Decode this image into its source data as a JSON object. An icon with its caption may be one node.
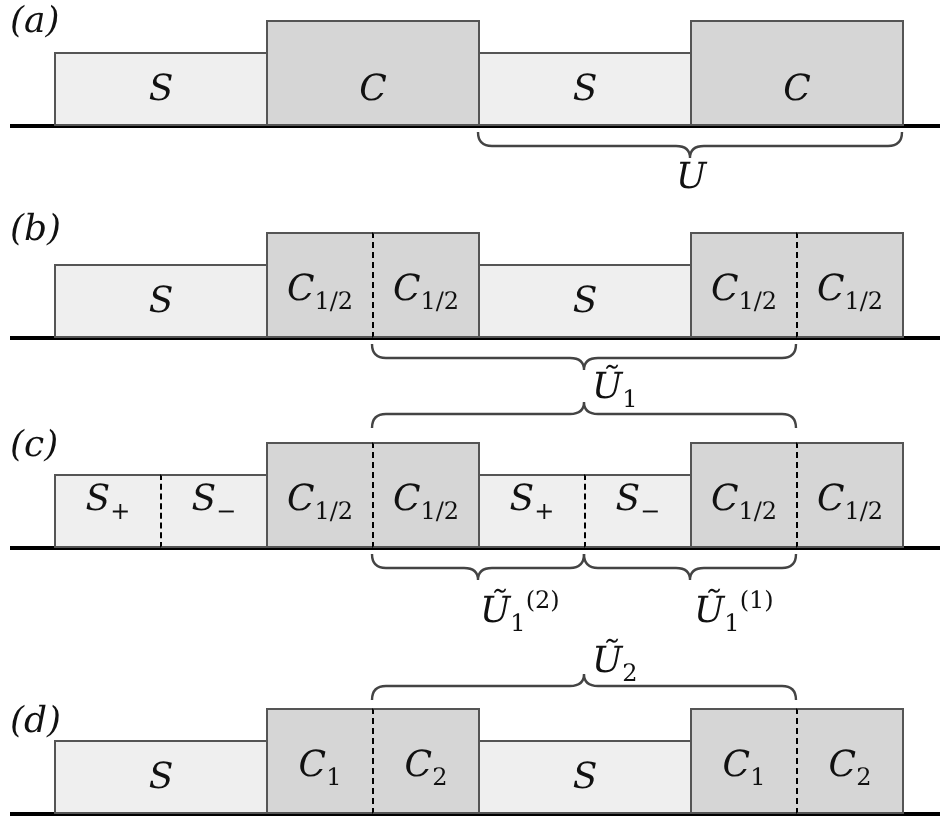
{
  "diagram": {
    "nodes": [
      {
        "text": [
          "S"
        ]
      },
      {
        "text": [
          "C"
        ]
      },
      {
        "text": [
          "S"
        ]
      },
      {
        "text": [
          "C"
        ]
      },
      {
        "text": [
          "S"
        ]
      },
      {
        "text": [
          "C$_{1/2}$"
        ]
      },
      {
        "text": [
          "C$_{1/2}$"
        ]
      },
      {
        "text": [
          "S"
        ]
      },
      {
        "text": [
          "C$_{1/2}$"
        ]
      },
      {
        "text": [
          "C$_{1/2}$"
        ]
      },
      {
        "text": [
          "S$_{+}$"
        ]
      },
      {
        "text": [
          "S$_{−}$"
        ]
      },
      {
        "text": [
          "C$_{1/2}$"
        ]
      },
      {
        "text": [
          "C$_{1/2}$"
        ]
      },
      {
        "text": [
          "S$_{+}$"
        ]
      },
      {
        "text": [
          "S$_{−}$"
        ]
      },
      {
        "text": [
          "C$_{1/2}$"
        ]
      },
      {
        "text": [
          "C$_{1/2}$"
        ]
      },
      {
        "text": [
          "S"
        ]
      },
      {
        "text": [
          "C$_{1}$"
        ]
      },
      {
        "text": [
          "C$_{2}$"
        ]
      },
      {
        "text": [
          "S"
        ]
      },
      {
        "text": [
          "C$_{1}$"
        ]
      },
      {
        "text": [
          "C$_{2}$"
        ]
      }
    ],
    "labels": [
      "(a)",
      "U",
      "(b)",
      "Ũ$_{1}$",
      "(c)",
      "Ũ$_{1}$$^{(2)}$",
      "Ũ$_{1}$$^{(1)}$",
      "Ũ$_{2}$",
      "(d)"
    ]
  }
}
